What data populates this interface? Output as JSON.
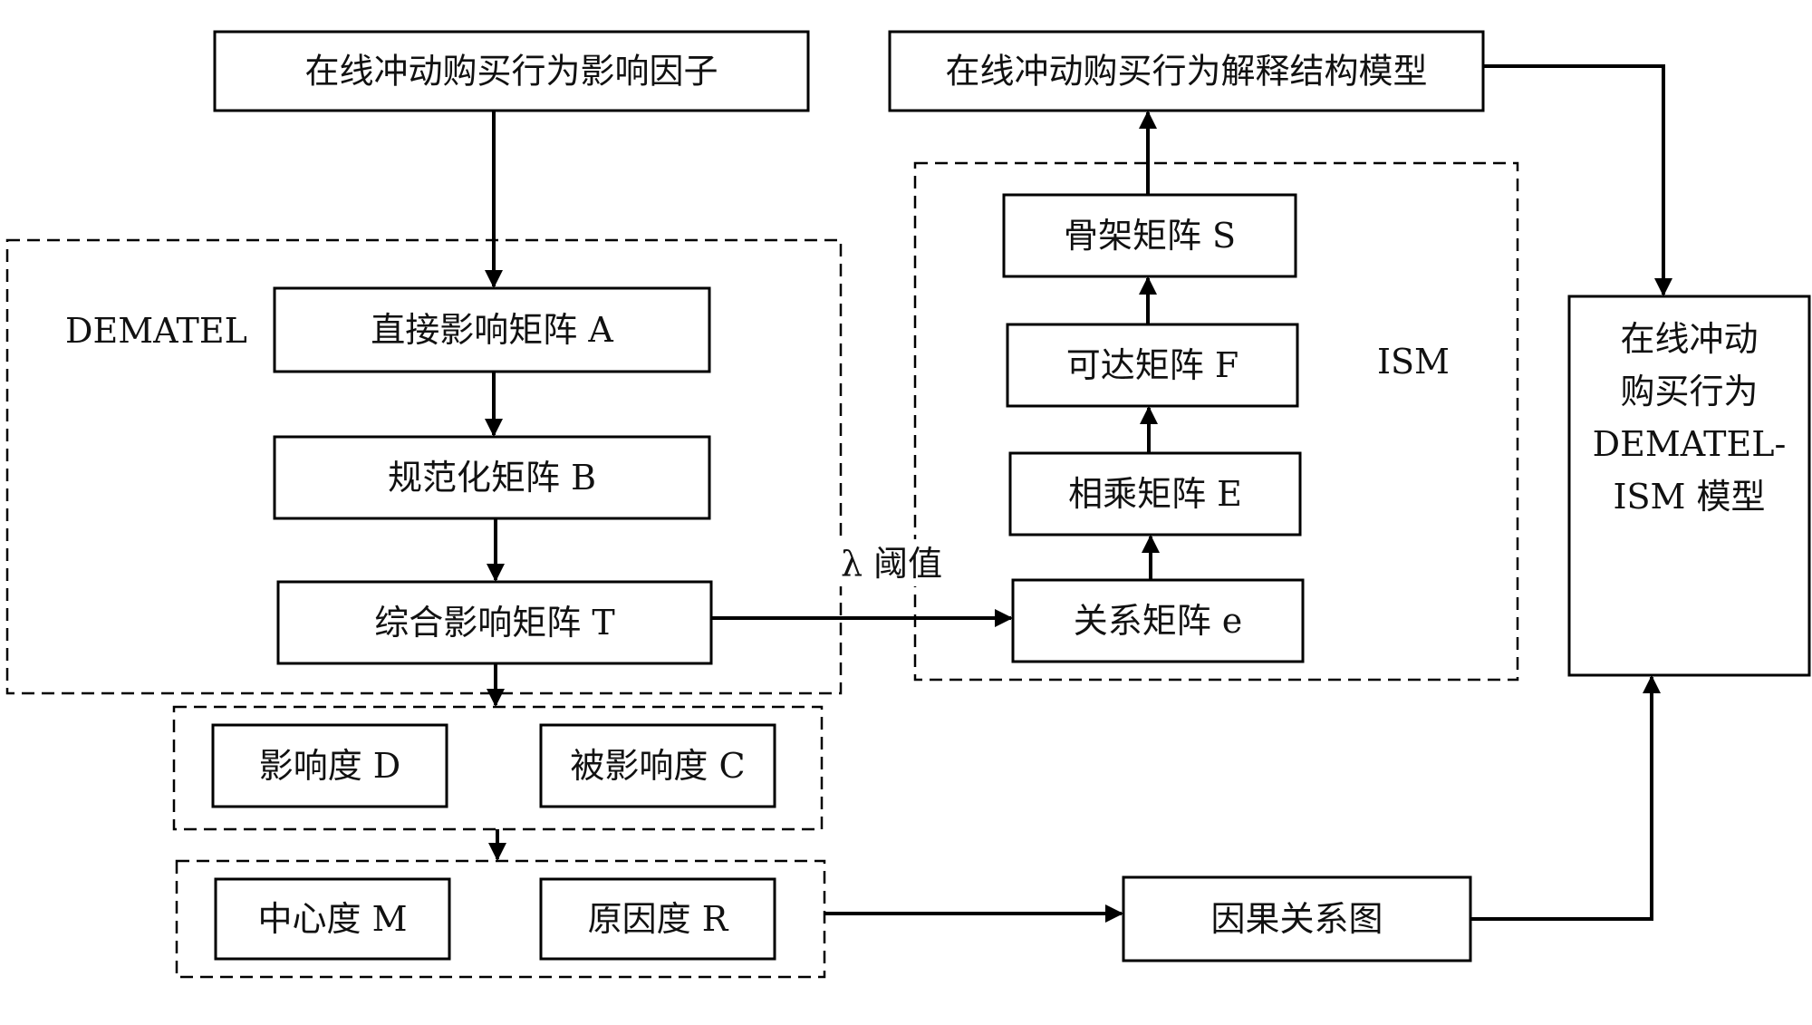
{
  "nodes": {
    "factors": "在线冲动购买行为影响因子",
    "ism_model": "在线冲动购买行为解释结构模型",
    "matrix_a": "直接影响矩阵 A",
    "matrix_b": "规范化矩阵 B",
    "matrix_t": "综合影响矩阵 T",
    "degree_d": "影响度 D",
    "degree_c": "被影响度 C",
    "center_m": "中心度 M",
    "cause_r": "原因度 R",
    "causal_graph": "因果关系图",
    "relation_e": "关系矩阵 e",
    "product_e": "相乘矩阵 E",
    "reach_f": "可达矩阵 F",
    "skeleton_s": "骨架矩阵 S",
    "final_lines": [
      "在线冲动",
      "购买行为",
      "DEMATEL-",
      "ISM 模型"
    ]
  },
  "groups": {
    "dematel": "DEMATEL",
    "ism": "ISM"
  },
  "edge_labels": {
    "threshold": "λ 阈值"
  }
}
